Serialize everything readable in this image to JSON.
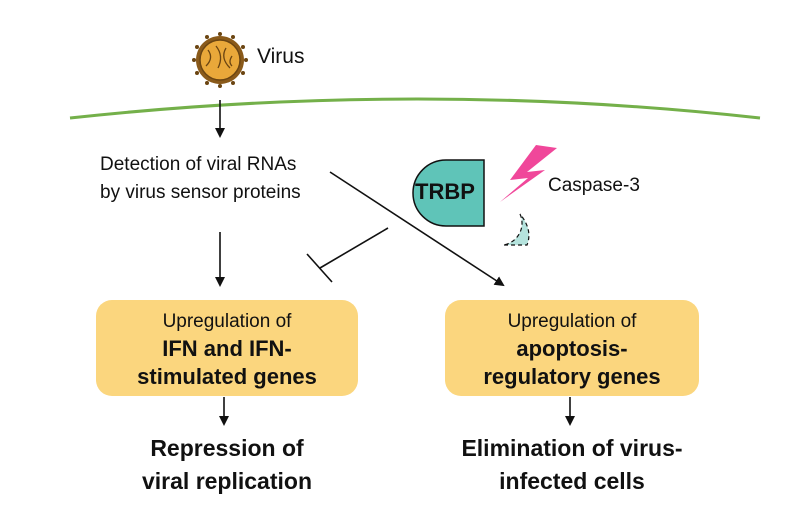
{
  "virus_label": "Virus",
  "detection": {
    "line1": "Detection of viral RNAs",
    "line2": "by virus sensor proteins"
  },
  "trbp_label": "TRBP",
  "caspase_label": "Caspase-3",
  "box_ifn": {
    "line1": "Upregulation of",
    "line2": "IFN and IFN-",
    "line3": "stimulated genes"
  },
  "box_apoptosis": {
    "line1": "Upregulation of",
    "line2": "apoptosis-",
    "line3": "regulatory genes"
  },
  "outcome_left": {
    "line1": "Repression of",
    "line2": "viral replication"
  },
  "outcome_right": {
    "line1": "Elimination of virus-",
    "line2": "infected cells"
  },
  "colors": {
    "membrane": "#74b04a",
    "box_fill": "#fbd67e",
    "trbp_fill": "#5fc4b8",
    "trbp_fragment": "#b5e3dd",
    "caspase": "#f0479a",
    "virus_fill": "#e9a83a",
    "virus_outline": "#8a5a1a"
  },
  "icons": {
    "virus": "virus-particle-icon",
    "caspase": "lightning-bolt-icon",
    "trbp_fragment": "cleaved-fragment-icon"
  }
}
